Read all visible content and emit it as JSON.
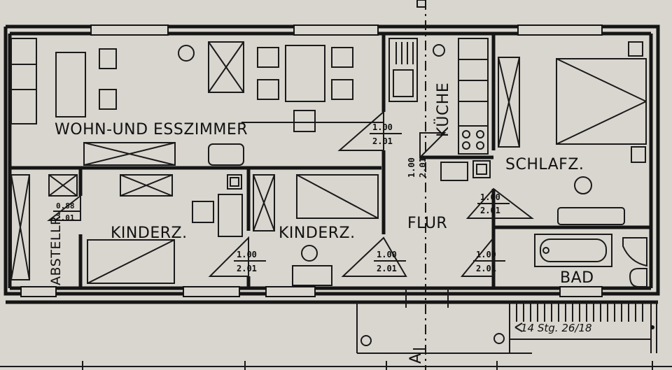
{
  "rooms": {
    "wohn": "WOHN-UND ESSZIMMER",
    "kueche": "KÜCHE",
    "schlaf": "SCHLAFZ.",
    "kinder1": "KINDERZ.",
    "kinder2": "KINDERZ.",
    "flur": "FLUR",
    "bad": "BAD",
    "abstell": "ABSTELLR."
  },
  "doors": {
    "wohn": {
      "w": "1.00",
      "h": "2.01"
    },
    "kueche": {
      "w": "1.00",
      "h": "2.01"
    },
    "schlaf": {
      "w": "1.00",
      "h": "2.01"
    },
    "kinder1": {
      "w": "1.00",
      "h": "2.01"
    },
    "kinder2": {
      "w": "1.00",
      "h": "2.01"
    },
    "bad": {
      "w": "1.00",
      "h": "2.01"
    },
    "abstell": {
      "w": "0.88",
      "h": "2.01"
    }
  },
  "annotations": {
    "stairs": "14 Stg. 26/18",
    "section_mark": "A"
  },
  "colors": {
    "paper": "#d9d6cf",
    "ink": "#151515"
  }
}
